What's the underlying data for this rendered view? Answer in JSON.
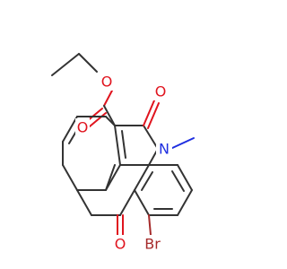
{
  "molecule": {
    "atoms": {
      "ester_ether_oxygen": "O",
      "ester_carbonyl_oxygen": "O",
      "lactam_carbonyl_oxygen": "O",
      "ring_nitrogen": "N",
      "ketone_oxygen": "O",
      "bromine": "Br"
    }
  },
  "colors": {
    "bond": "#333333",
    "oxygen": "#e0141e",
    "nitrogen": "#1f2fe0",
    "bromine": "#a52a2a",
    "background": "#ffffff"
  }
}
